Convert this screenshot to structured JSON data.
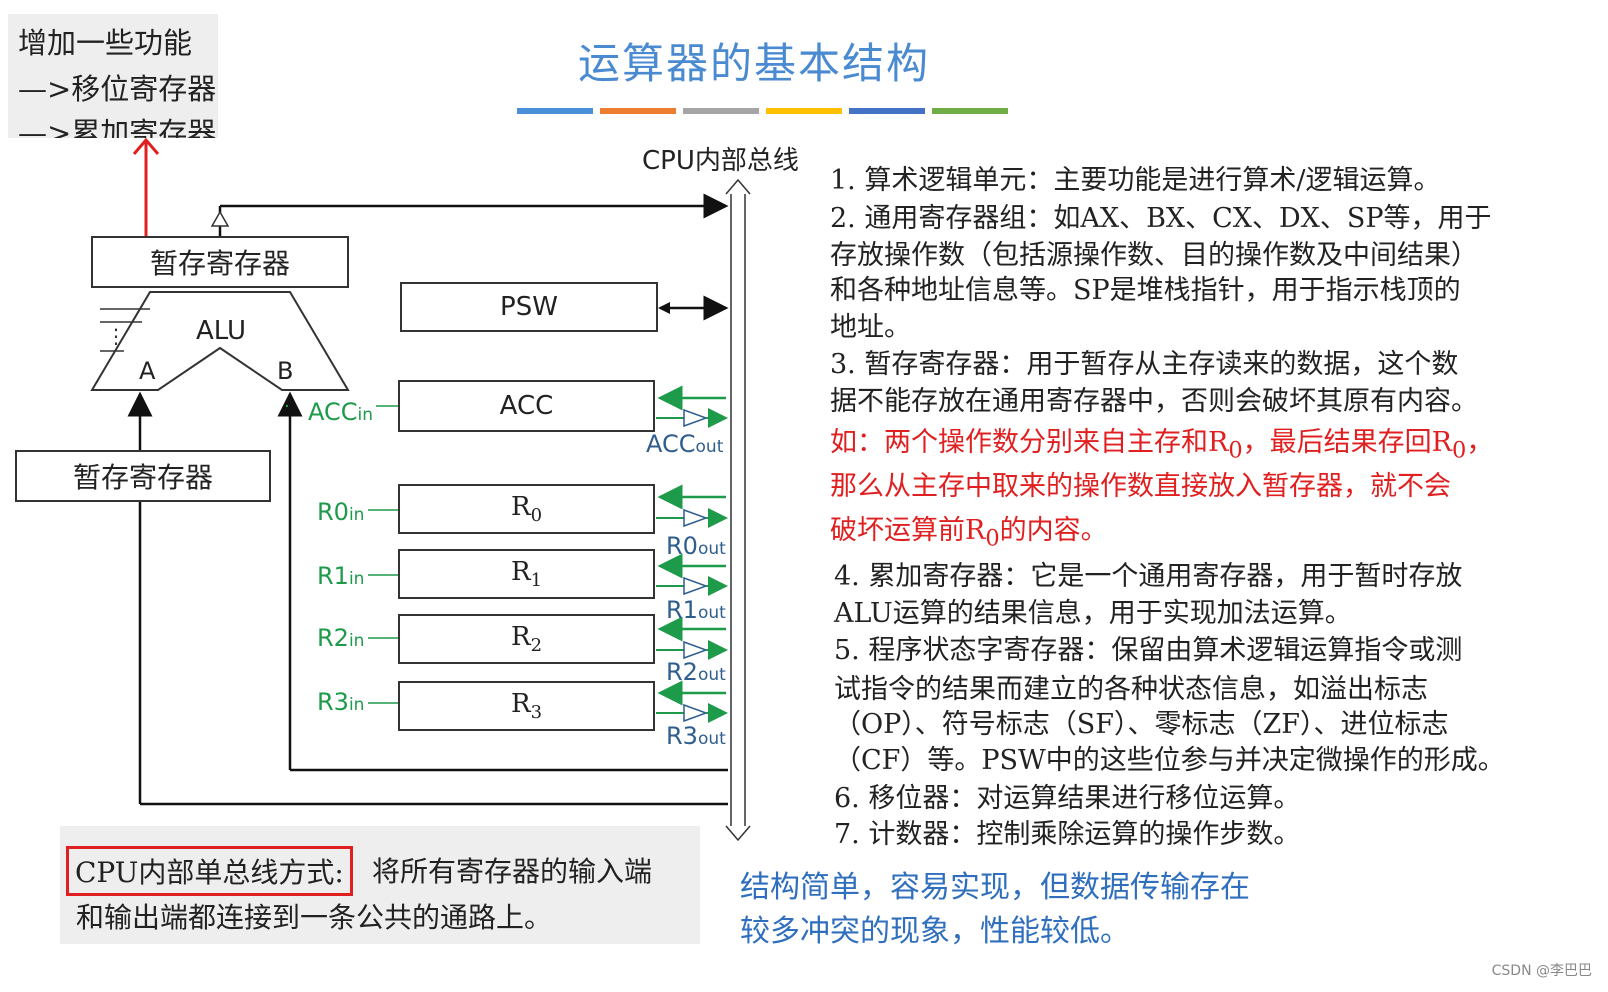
{
  "title": "运算器的基本结构",
  "color_bars": [
    "#4a90d9",
    "#ed7d31",
    "#a5a5a5",
    "#ffc000",
    "#4472c4",
    "#70ad47"
  ],
  "note": {
    "line1": "增加一些功能",
    "line2": "—>移位寄存器",
    "line3": "—>累加寄存器"
  },
  "diagram": {
    "bus_label": "CPU内部总线",
    "temp_reg_top": "暂存寄存器",
    "temp_reg_left": "暂存寄存器",
    "alu": "ALU",
    "alu_a": "A",
    "alu_b": "B",
    "psw": "PSW",
    "acc": "ACC",
    "acc_in": "ACC",
    "acc_out": "ACC",
    "in_suffix": "in",
    "out_suffix": "out",
    "registers": [
      {
        "name": "R",
        "sub": "0",
        "in": "R0",
        "out": "R0"
      },
      {
        "name": "R",
        "sub": "1",
        "in": "R1",
        "out": "R1"
      },
      {
        "name": "R",
        "sub": "2",
        "in": "R2",
        "out": "R2"
      },
      {
        "name": "R",
        "sub": "3",
        "in": "R3",
        "out": "R3"
      }
    ],
    "colors": {
      "signal": "#1d9a4a",
      "arrow_up": "#e02020"
    }
  },
  "descriptions": {
    "l1": "1. 算术逻辑单元：主要功能是进行算术/逻辑运算。",
    "l2": "2. 通用寄存器组：如AX、BX、CX、DX、SP等，用于",
    "l3": "存放操作数（包括源操作数、目的操作数及中间结果）",
    "l4": "和各种地址信息等。SP是堆栈指针，用于指示栈顶的",
    "l5": "地址。",
    "l6": "3. 暂存寄存器：用于暂存从主存读来的数据，这个数",
    "l7": "据不能存放在通用寄存器中，否则会破坏其原有内容。",
    "r1a": "如：两个操作数分别来自主存和R",
    "r1b": "，最后结果存回R",
    "r1c": "，",
    "r_sub": "0",
    "r2": "那么从主存中取来的操作数直接放入暂存器，就不会",
    "r3a": "破坏运算前R",
    "r3b": "的内容。",
    "l8": "4. 累加寄存器：它是一个通用寄存器，用于暂时存放",
    "l9": "ALU运算的结果信息，用于实现加法运算。",
    "l10": "5. 程序状态字寄存器：保留由算术逻辑运算指令或测",
    "l11": "试指令的结果而建立的各种状态信息，如溢出标志",
    "l12": "（OP）、符号标志（SF）、零标志（ZF）、进位标志",
    "l13": "（CF）等。PSW中的这些位参与并决定微操作的形成。",
    "l14": "6. 移位器：对运算结果进行移位运算。",
    "l15": "7. 计数器：控制乘除运算的操作步数。"
  },
  "bus_mode": {
    "label": "CPU内部单总线方式",
    "colon": ":",
    "desc1": "将所有寄存器的输入端",
    "desc2": "和输出端都连接到一条公共的通路上。"
  },
  "conclusion": {
    "line1": "结构简单，容易实现，但数据传输存在",
    "line2": "较多冲突的现象，性能较低。"
  },
  "watermark": "CSDN @李巴巴"
}
